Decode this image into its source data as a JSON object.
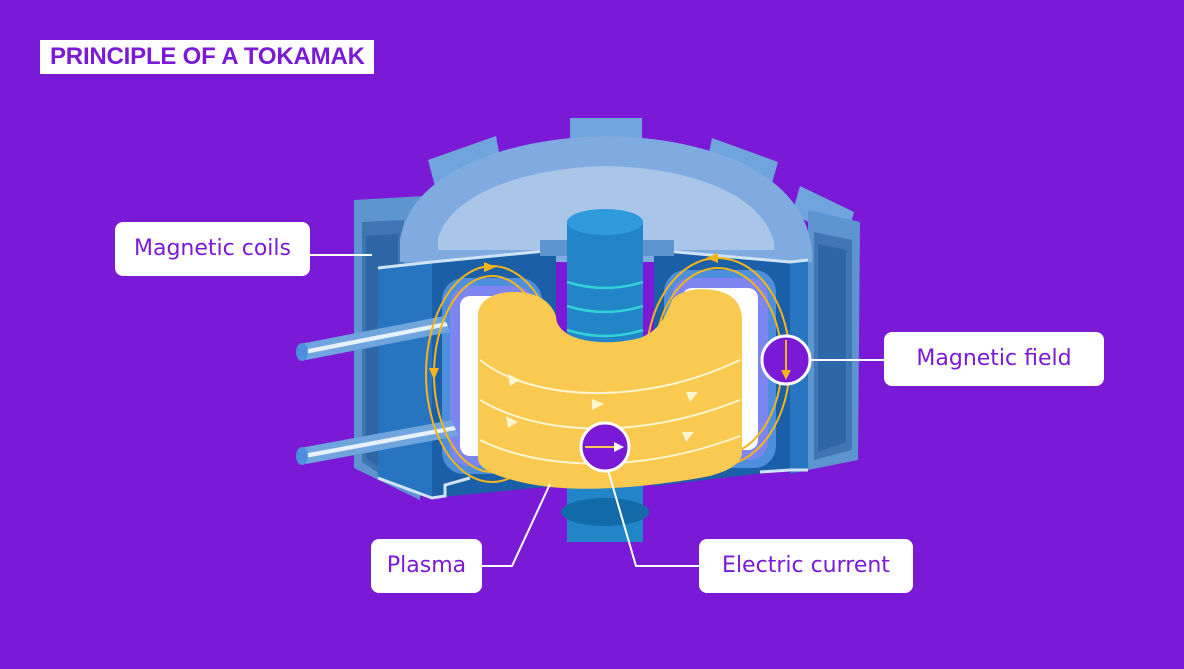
{
  "title": "PRINCIPLE OF A TOKAMAK",
  "labels": {
    "magnetic_coils": "Magnetic coils",
    "magnetic_field": "Magnetic field",
    "plasma": "Plasma",
    "electric_current": "Electric current"
  },
  "colors": {
    "background": "#7a1ad6",
    "label_bg": "#ffffff",
    "label_text": "#7a1ad6",
    "coil_outer": "#3f75b3",
    "coil_face": "#5d95d1",
    "coil_top": "#8db3e2",
    "coil_top_inner": "#a9c5e8",
    "vessel_dark": "#1a5fa8",
    "vessel_mid": "#2775c0",
    "inner_blue": "#4d8fdc",
    "lilac": "#7d86f0",
    "solenoid": "#2185c8",
    "solenoid_dark": "#126aa8",
    "plasma": "#f9c950",
    "field_line": "#f4b51c",
    "current_line": "#ffffff"
  }
}
